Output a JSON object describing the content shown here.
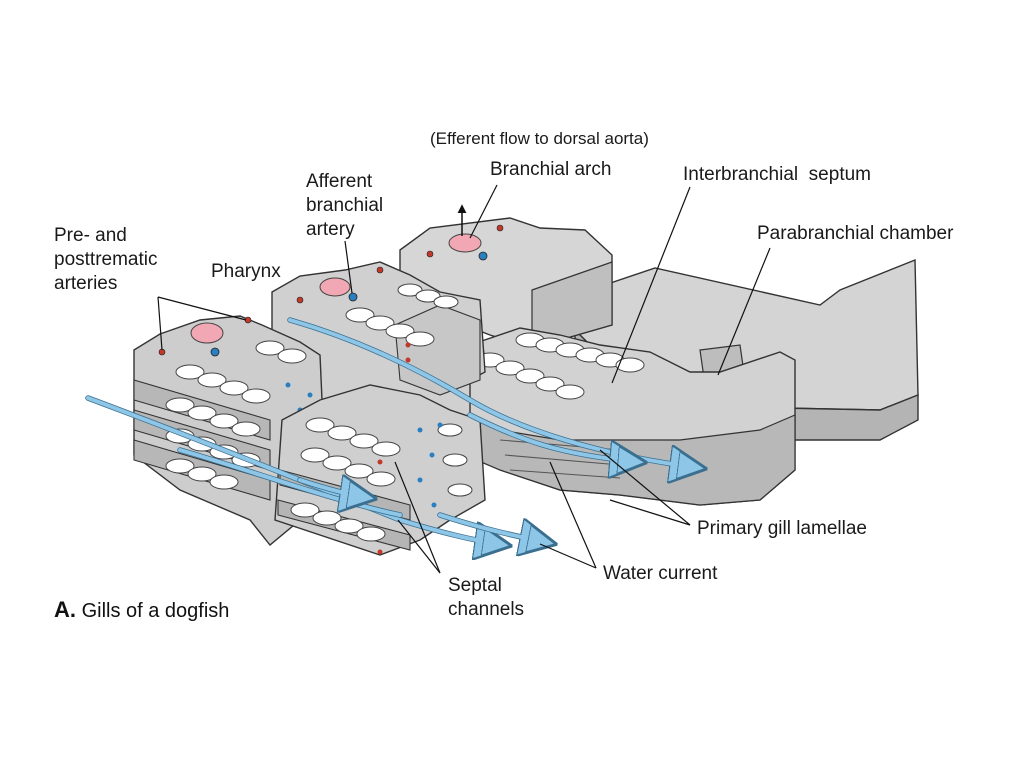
{
  "diagram": {
    "efferent_flow": "(Efferent flow to dorsal aorta)",
    "branchial_arch": "Branchial arch",
    "interbranchial_septum": "Interbranchial  septum",
    "afferent_artery": "Afferent\nbranchial\nartery",
    "parabranchial_chamber": "Parabranchial chamber",
    "pre_posttrematic": "Pre- and\nposttrematic\narteries",
    "pharynx": "Pharynx",
    "primary_gill_lamellae": "Primary gill lamellae",
    "water_current": "Water current",
    "septal_channels": "Septal\nchannels",
    "caption_letter": "A.",
    "caption_text": "Gills of a dogfish"
  },
  "colors": {
    "tissue": "#d2d2d2",
    "tissue_dark": "#a9a9a9",
    "lamella": "#ffffff",
    "outline": "#333333",
    "water": "#8ec6e8",
    "artery_red": "#c0392b",
    "artery_blue": "#2a7fc0",
    "vessel_pink": "#f2a7b4"
  }
}
